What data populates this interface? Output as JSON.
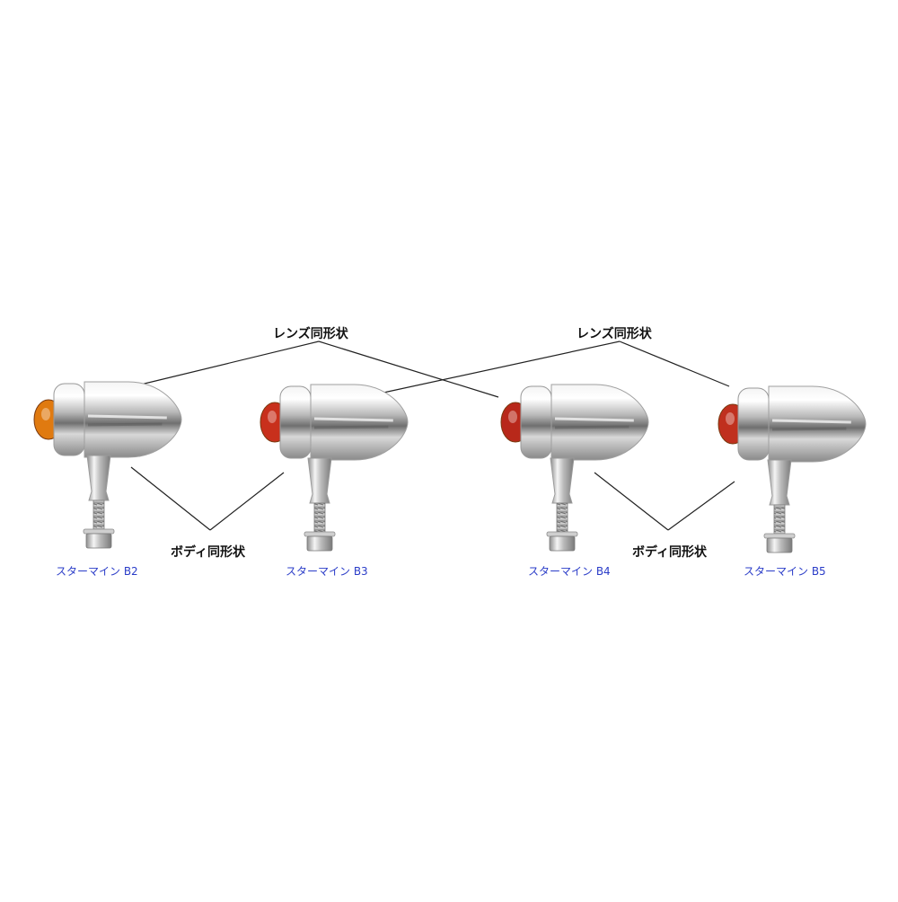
{
  "annotations": {
    "lens_same_shape": "レンズ同形状",
    "body_same_shape": "ボディ同形状"
  },
  "models": [
    {
      "label": "スターマイン B2",
      "lens_color": "#e07a10"
    },
    {
      "label": "スターマイン B3",
      "lens_color": "#c8301c"
    },
    {
      "label": "スターマイン B4",
      "lens_color": "#b8281a"
    },
    {
      "label": "スターマイン B5",
      "lens_color": "#c0301e"
    }
  ],
  "colors": {
    "background": "#ffffff",
    "model_label": "#2a3cc8",
    "callout_text": "#111111",
    "leader_lines": "#222222"
  }
}
